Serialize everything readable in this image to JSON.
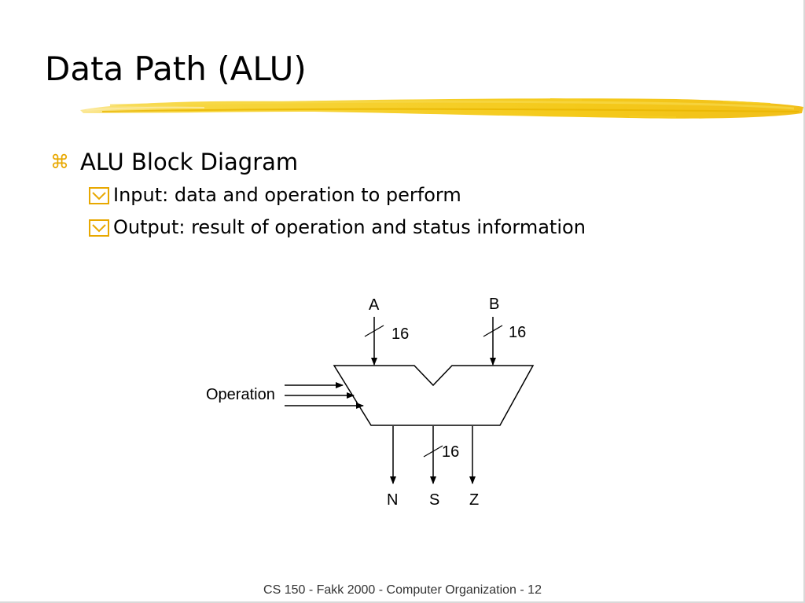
{
  "slide": {
    "title": "Data Path (ALU)",
    "bullets": [
      {
        "text": "ALU Block Diagram",
        "icon": "command-icon",
        "sub": [
          {
            "text": "Input: data and operation to perform",
            "icon": "checkbox-icon"
          },
          {
            "text": "Output: result of operation and status information",
            "icon": "checkbox-icon"
          }
        ]
      }
    ],
    "footer": "CS 150 - Fakk 2000 - Computer Organization - 12"
  },
  "diagram": {
    "inputs": {
      "a": "A",
      "b": "B"
    },
    "bus_width": {
      "a": "16",
      "b": "16",
      "s": "16"
    },
    "operation": "Operation",
    "outputs": {
      "n": "N",
      "s": "S",
      "z": "Z"
    }
  },
  "colors": {
    "accent": "#f3c300",
    "bullet": "#e8a800",
    "text": "#000000"
  }
}
